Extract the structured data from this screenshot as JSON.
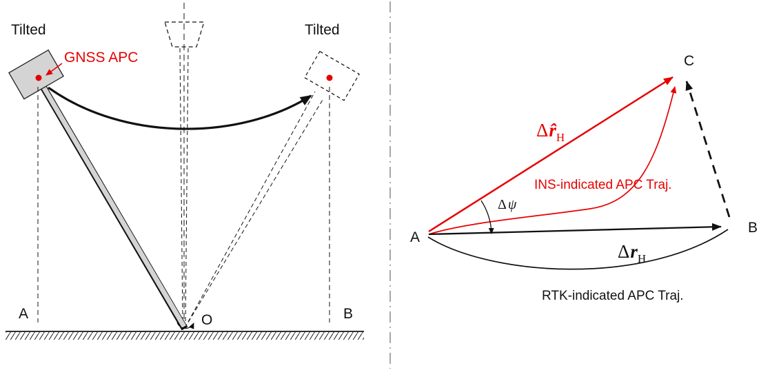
{
  "figure": {
    "description": "Two-panel diagram: tilted GNSS pole survey sketch (left) and horizontal vector triangle of INS/RTK indicated APC trajectories (right)"
  },
  "left_panel": {
    "tilted_left_label": "Tilted",
    "tilted_right_label": "Tilted",
    "gnss_apc_label": "GNSS APC",
    "point_a_label": "A",
    "point_o_label": "O",
    "point_b_label": "B"
  },
  "right_panel": {
    "point_a_label": "A",
    "point_b_label": "B",
    "point_c_label": "C",
    "vec_est": {
      "delta": "Δ",
      "r": "r̂",
      "sub": "H"
    },
    "vec_true": {
      "delta": "Δ",
      "r": "r",
      "sub": "H"
    },
    "angle": {
      "delta": "Δ",
      "psi": "ψ"
    },
    "ins_traj_label": "INS-indicated APC Traj.",
    "rtk_traj_label": "RTK-indicated APC Traj."
  },
  "colors": {
    "accent_red": "#e60000",
    "pole_gray": "#d4d4d4",
    "line_black": "#111111",
    "divider_gray": "#8a8a8a"
  }
}
